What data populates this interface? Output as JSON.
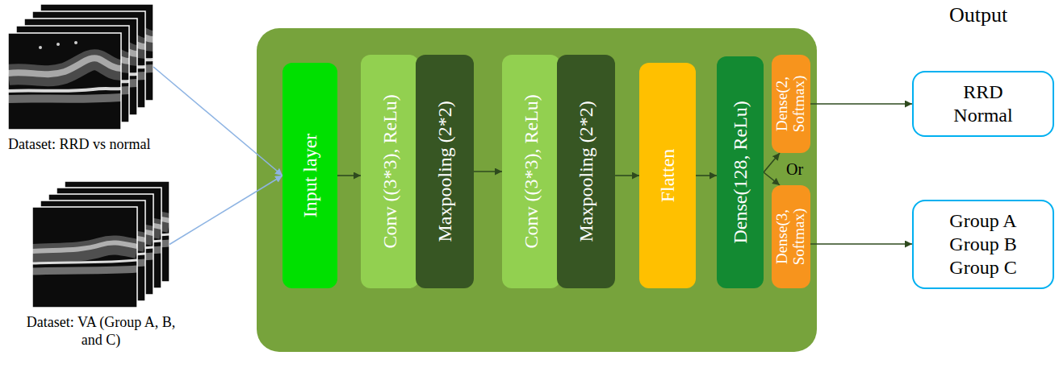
{
  "diagram": {
    "nodes": [
      {
        "text": [
          "Dataset: RRD vs normal"
        ]
      },
      {
        "text": [
          "Dataset: VA (Group A, B, and C)"
        ]
      },
      {
        "text": [
          "Input layer"
        ]
      },
      {
        "text": [
          "Conv ((3*3), ReLu)"
        ]
      },
      {
        "text": [
          "Maxpooling (2*2)"
        ]
      },
      {
        "text": [
          "Conv ((3*3), ReLu)"
        ]
      },
      {
        "text": [
          "Maxpooling (2*2)"
        ]
      },
      {
        "text": [
          "Flatten"
        ]
      },
      {
        "text": [
          "Dense(128, ReLu)"
        ]
      },
      {
        "text": [
          "Dense(2, Softmax)"
        ]
      },
      {
        "text": [
          "Dense(3, Softmax)"
        ]
      },
      {
        "text": [
          "RRD",
          "Normal"
        ]
      },
      {
        "text": [
          "Group A",
          "Group B",
          "Group C"
        ]
      }
    ],
    "edges": [
      {
        "from": 0,
        "to": 2,
        "arrow": "to"
      },
      {
        "from": 1,
        "to": 2,
        "arrow": "to"
      },
      {
        "from": 2,
        "to": 3,
        "arrow": "to"
      },
      {
        "from": 4,
        "to": 5,
        "arrow": "to"
      },
      {
        "from": 6,
        "to": 7,
        "arrow": "to"
      },
      {
        "from": 7,
        "to": 8,
        "arrow": "to"
      },
      {
        "from": 8,
        "to": 9,
        "arrow": "to"
      },
      {
        "from": 8,
        "to": 10,
        "arrow": "to"
      },
      {
        "from": 9,
        "to": 11,
        "arrow": "to"
      },
      {
        "from": 10,
        "to": 12,
        "arrow": "to"
      }
    ],
    "labels": [
      "Output",
      "Or"
    ]
  }
}
